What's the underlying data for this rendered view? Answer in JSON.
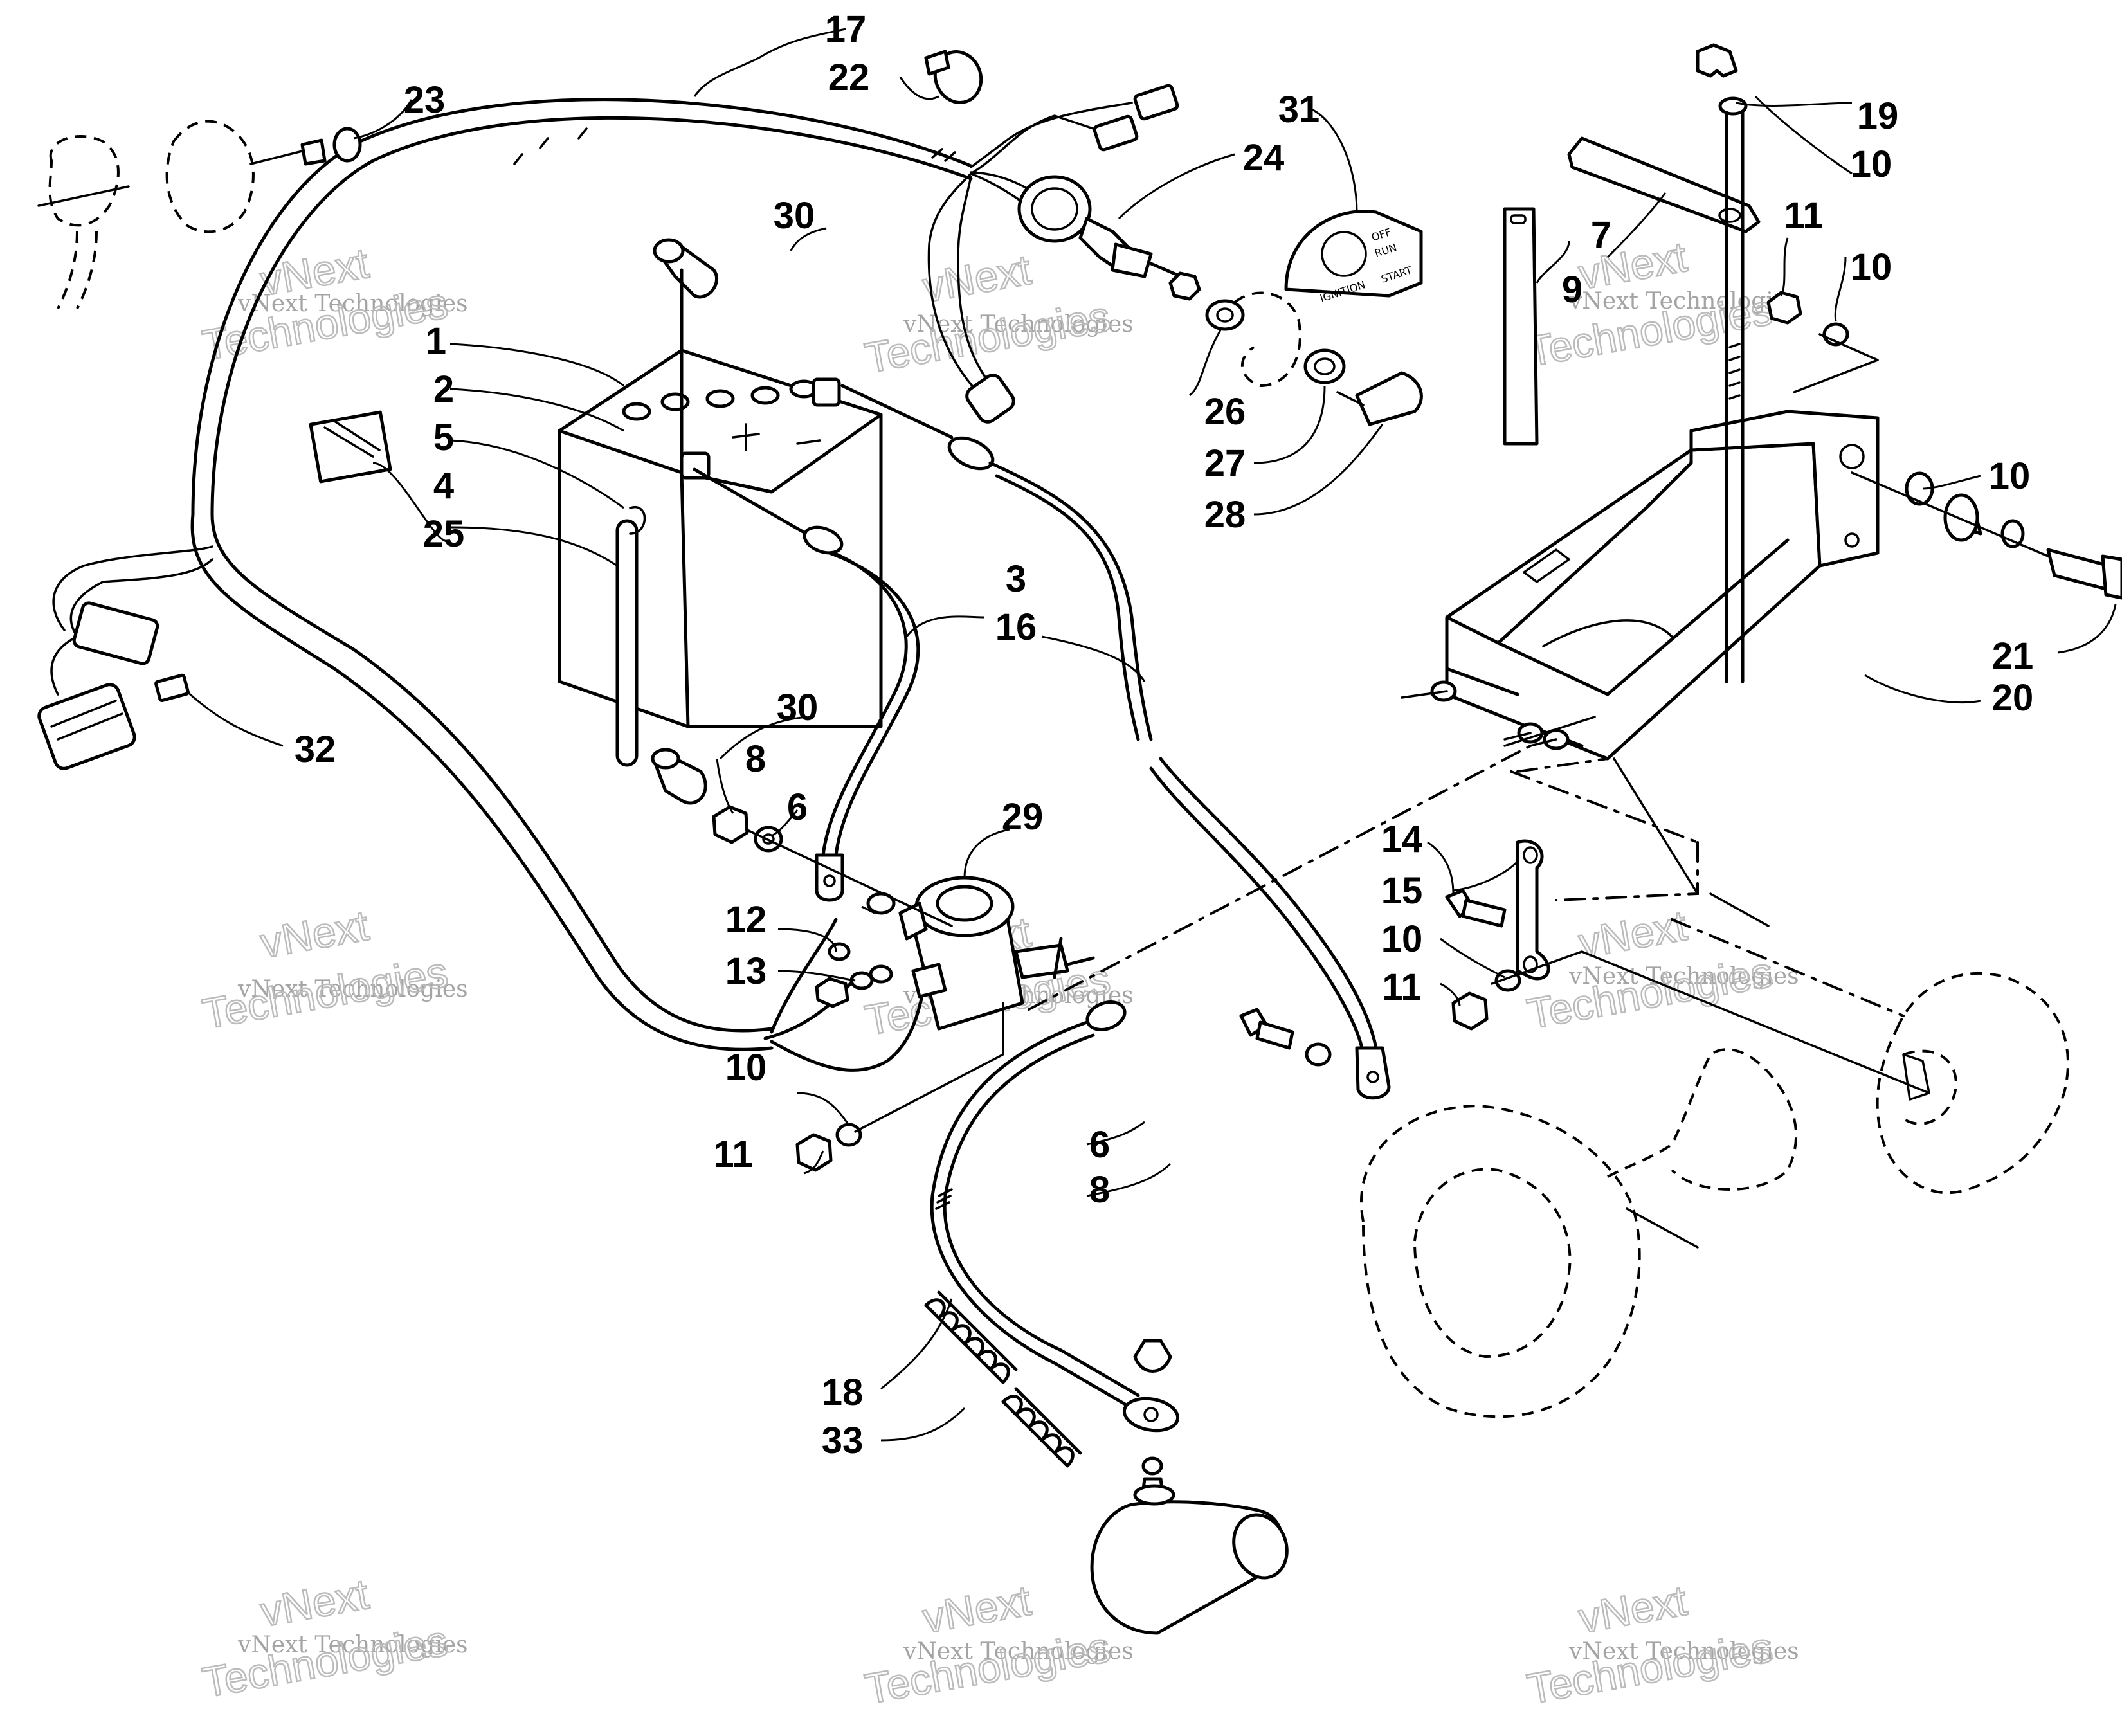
{
  "callouts": [
    {
      "id": "c1",
      "label": "1"
    },
    {
      "id": "c2",
      "label": "2"
    },
    {
      "id": "c3",
      "label": "3"
    },
    {
      "id": "c4",
      "label": "4"
    },
    {
      "id": "c5",
      "label": "5"
    },
    {
      "id": "c6a",
      "label": "6"
    },
    {
      "id": "c6b",
      "label": "6"
    },
    {
      "id": "c7",
      "label": "7"
    },
    {
      "id": "c8a",
      "label": "8"
    },
    {
      "id": "c8b",
      "label": "8"
    },
    {
      "id": "c9",
      "label": "9"
    },
    {
      "id": "c10a",
      "label": "10"
    },
    {
      "id": "c10b",
      "label": "10"
    },
    {
      "id": "c10c",
      "label": "10"
    },
    {
      "id": "c10d",
      "label": "10"
    },
    {
      "id": "c10e",
      "label": "10"
    },
    {
      "id": "c11a",
      "label": "11"
    },
    {
      "id": "c11b",
      "label": "11"
    },
    {
      "id": "c11c",
      "label": "11"
    },
    {
      "id": "c12",
      "label": "12"
    },
    {
      "id": "c13",
      "label": "13"
    },
    {
      "id": "c14",
      "label": "14"
    },
    {
      "id": "c15",
      "label": "15"
    },
    {
      "id": "c16",
      "label": "16"
    },
    {
      "id": "c17",
      "label": "17"
    },
    {
      "id": "c18",
      "label": "18"
    },
    {
      "id": "c19",
      "label": "19"
    },
    {
      "id": "c20",
      "label": "20"
    },
    {
      "id": "c21",
      "label": "21"
    },
    {
      "id": "c22",
      "label": "22"
    },
    {
      "id": "c23",
      "label": "23"
    },
    {
      "id": "c24",
      "label": "24"
    },
    {
      "id": "c25",
      "label": "25"
    },
    {
      "id": "c26",
      "label": "26"
    },
    {
      "id": "c27",
      "label": "27"
    },
    {
      "id": "c28",
      "label": "28"
    },
    {
      "id": "c29",
      "label": "29"
    },
    {
      "id": "c30a",
      "label": "30"
    },
    {
      "id": "c30b",
      "label": "30"
    },
    {
      "id": "c31",
      "label": "31"
    },
    {
      "id": "c32",
      "label": "32"
    },
    {
      "id": "c33",
      "label": "33"
    }
  ],
  "ignition_plate": {
    "word_a": "IGNITION",
    "word_b": "START",
    "pos_off": "OFF",
    "pos_run": "RUN"
  },
  "watermark": {
    "line1": "vNext Technologies",
    "line2": "vNext",
    "line3": "Technologies"
  }
}
